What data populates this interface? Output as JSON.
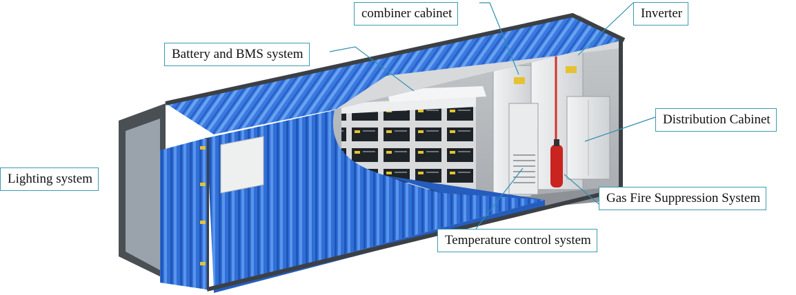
{
  "labels": {
    "combiner_cabinet": "combiner cabinet",
    "inverter": "Inverter",
    "battery_bms": "Battery and BMS system",
    "distribution_cabinet": "Distribution Cabinet",
    "lighting_system": "Lighting system",
    "gas_fire_suppression": "Gas Fire Suppression System",
    "temperature_control": "Temperature control system"
  },
  "colors": {
    "container_blue": "#2f6fd6",
    "frame": "#3c4044",
    "callout_border": "#3a9bb0",
    "leader_line": "#2f8fb0",
    "fire_pipe": "#d4302a"
  }
}
